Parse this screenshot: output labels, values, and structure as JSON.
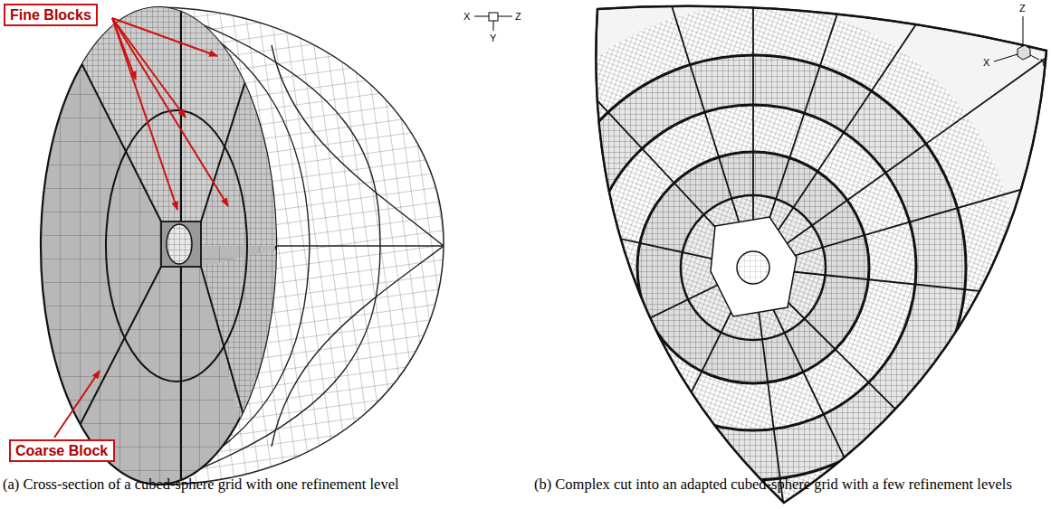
{
  "diagram": {
    "nodes": [
      {
        "text": [
          "Fine Blocks"
        ]
      },
      {
        "text": [
          "Coarse Block"
        ]
      }
    ],
    "labels": [
      "X",
      "Z",
      "Y",
      "Z",
      "X",
      "Y",
      "(a) Cross-section of a cubed-sphere grid with one refinement level",
      "(b) Complex cut into an adapted cubed-sphere grid with a few refinement levels"
    ]
  }
}
